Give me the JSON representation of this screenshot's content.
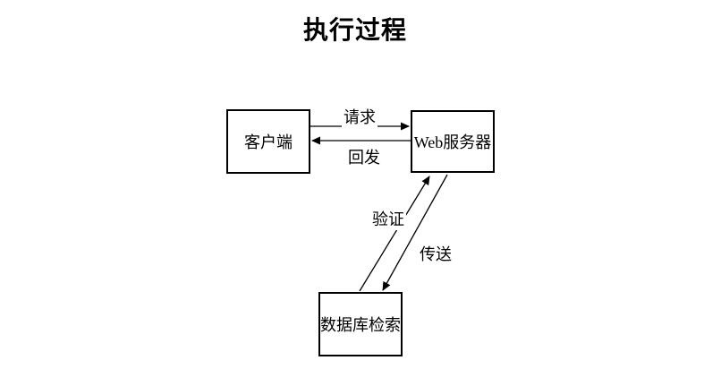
{
  "title": "执行过程",
  "diagram": {
    "type": "flow-diagram",
    "nodes": [
      {
        "id": "client",
        "label": "客户端"
      },
      {
        "id": "web-server",
        "label": "Web服务器"
      },
      {
        "id": "database",
        "label": "数据库检索"
      }
    ],
    "edges": [
      {
        "id": "request",
        "label": "请求",
        "from": "client",
        "to": "web-server",
        "direction": "right"
      },
      {
        "id": "postback",
        "label": "回发",
        "from": "web-server",
        "to": "client",
        "direction": "left"
      },
      {
        "id": "verify",
        "label": "验证",
        "from": "database",
        "to": "web-server",
        "direction": "up"
      },
      {
        "id": "transfer",
        "label": "传送",
        "from": "web-server",
        "to": "database",
        "direction": "down"
      }
    ],
    "colors": {
      "background": "#ffffff",
      "line": "#000000",
      "text": "#000000"
    }
  }
}
